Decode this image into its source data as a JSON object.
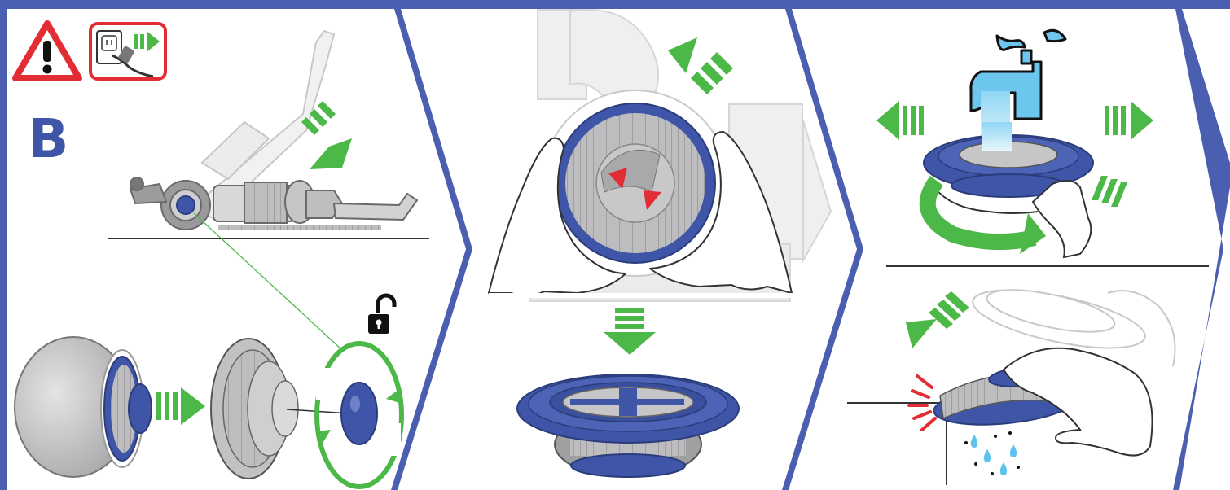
{
  "step": {
    "letter": "B"
  },
  "colors": {
    "frame_blue": "#4a5fb0",
    "arrow_green": "#4cb848",
    "warning_red": "#e32d35",
    "filter_blue": "#3f56a8",
    "filter_grey": "#b9b9bb",
    "water_blue": "#5cc3ec",
    "tap_blue": "#6dc6ee"
  },
  "icons": [
    "warning-triangle-icon",
    "unplug-icon",
    "unlock-padlock-icon",
    "rotate-counterclockwise-icon",
    "tap-icon",
    "water-drop-icon"
  ],
  "panels": [
    {
      "id": "remove-filter",
      "icons": [
        "warning-triangle-icon",
        "unplug-icon",
        "unlock-padlock-icon",
        "rotate-counterclockwise-icon"
      ]
    },
    {
      "id": "detach-filter"
    },
    {
      "id": "rinse-filter",
      "icons": [
        "tap-icon"
      ]
    },
    {
      "id": "tap-out-water",
      "icons": [
        "water-drop-icon"
      ]
    }
  ]
}
